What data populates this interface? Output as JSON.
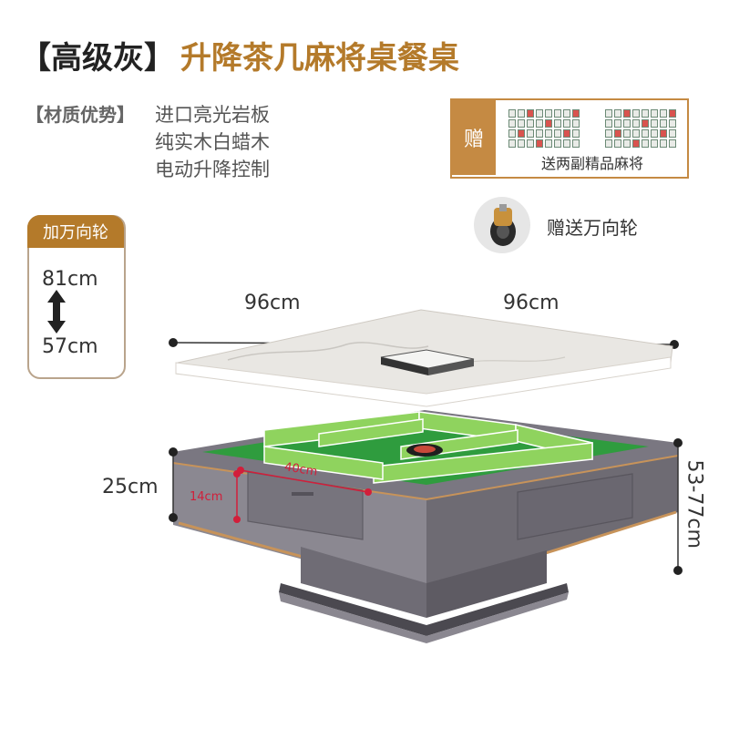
{
  "title": {
    "bracket_text": "【高级灰】",
    "main_text": "升降茶几麻将桌餐桌"
  },
  "features": {
    "label": "【材质优势】",
    "items": [
      "进口亮光岩板",
      "纯实木白蜡木",
      "电动升降控制"
    ]
  },
  "gift": {
    "badge": "赠",
    "caption": "送两副精品麻将"
  },
  "wheel": {
    "label": "赠送万向轮"
  },
  "height_badge": {
    "tag": "加万向轮",
    "max": "81cm",
    "min": "57cm"
  },
  "dimensions": {
    "width_left": "96cm",
    "width_right": "96cm",
    "drawer_height": "25cm",
    "drawer_depth": "14cm",
    "drawer_width": "40cm",
    "lift_range": "53-77cm"
  },
  "colors": {
    "accent": "#b47a2a",
    "felt": "#2f9c3e",
    "frame": "#6e6b73",
    "tile_green": "#8fd35e",
    "marker": "#d21e3a"
  }
}
